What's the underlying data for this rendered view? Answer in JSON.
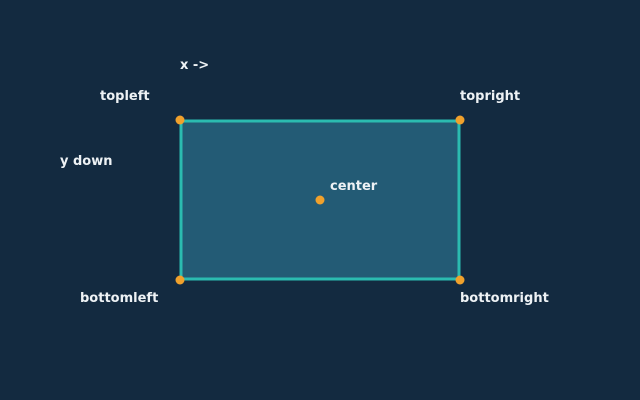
{
  "labels": {
    "x_axis": "x ->",
    "y_axis": "y down",
    "top_left": "topleft",
    "top_right": "topright",
    "center": "center",
    "bottom_left": "bottomleft",
    "bottom_right": "bottomright"
  },
  "colors": {
    "background": "#132a40",
    "rect_fill": "#235b75",
    "rect_stroke": "#2bbbb0",
    "point": "#f0a12c",
    "text": "#eef2f5"
  }
}
